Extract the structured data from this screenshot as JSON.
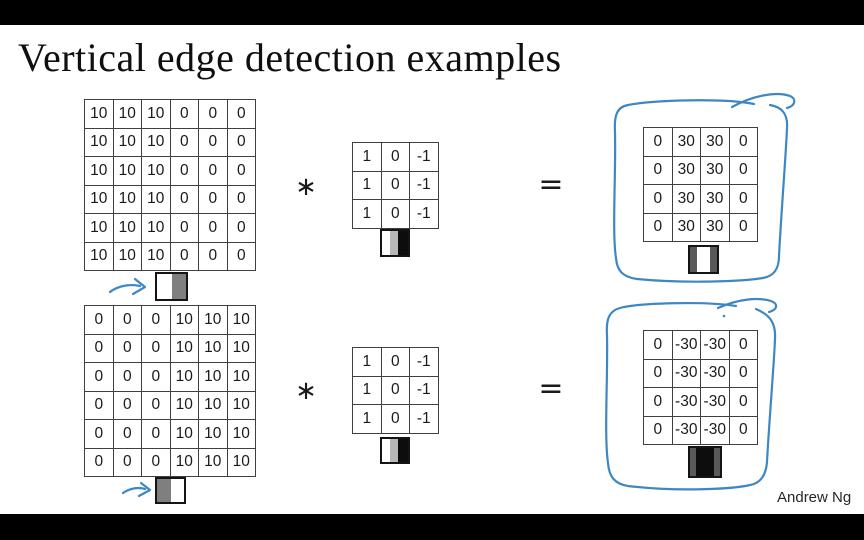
{
  "slide": {
    "title": "Vertical edge detection examples",
    "credit": "Andrew Ng"
  },
  "colors": {
    "blue": "#3d87c5",
    "grid-line": "#3f3f3f",
    "patch-border": "#141414",
    "white": "#ffffff",
    "light-gray": "#b8b8b8",
    "mid-gray": "#7f7f7f",
    "dark-gray": "#595959",
    "black": "#0d0d0d"
  },
  "top_example": {
    "operator": "∗",
    "equals": "=",
    "input_matrix": [
      [
        10,
        10,
        10,
        0,
        0,
        0
      ],
      [
        10,
        10,
        10,
        0,
        0,
        0
      ],
      [
        10,
        10,
        10,
        0,
        0,
        0
      ],
      [
        10,
        10,
        10,
        0,
        0,
        0
      ],
      [
        10,
        10,
        10,
        0,
        0,
        0
      ],
      [
        10,
        10,
        10,
        0,
        0,
        0
      ]
    ],
    "filter_matrix": [
      [
        1,
        0,
        -1
      ],
      [
        1,
        0,
        -1
      ],
      [
        1,
        0,
        -1
      ]
    ],
    "output_matrix": [
      [
        0,
        30,
        30,
        0
      ],
      [
        0,
        30,
        30,
        0
      ],
      [
        0,
        30,
        30,
        0
      ],
      [
        0,
        30,
        30,
        0
      ]
    ],
    "input_edge_patch": [
      {
        "c": "white",
        "w": 1
      },
      {
        "c": "mid-gray",
        "w": 1
      }
    ],
    "filter_patch": [
      {
        "c": "white",
        "w": 1
      },
      {
        "c": "light-gray",
        "w": 1
      },
      {
        "c": "black",
        "w": 1.2
      }
    ],
    "output_edge_patch": [
      {
        "c": "dark-gray",
        "w": 1
      },
      {
        "c": "white",
        "w": 1.8
      },
      {
        "c": "dark-gray",
        "w": 1
      }
    ]
  },
  "bottom_example": {
    "operator": "∗",
    "equals": "=",
    "input_matrix": [
      [
        0,
        0,
        0,
        10,
        10,
        10
      ],
      [
        0,
        0,
        0,
        10,
        10,
        10
      ],
      [
        0,
        0,
        0,
        10,
        10,
        10
      ],
      [
        0,
        0,
        0,
        10,
        10,
        10
      ],
      [
        0,
        0,
        0,
        10,
        10,
        10
      ],
      [
        0,
        0,
        0,
        10,
        10,
        10
      ]
    ],
    "filter_matrix": [
      [
        1,
        0,
        -1
      ],
      [
        1,
        0,
        -1
      ],
      [
        1,
        0,
        -1
      ]
    ],
    "output_matrix": [
      [
        0,
        -30,
        -30,
        0
      ],
      [
        0,
        -30,
        -30,
        0
      ],
      [
        0,
        -30,
        -30,
        0
      ],
      [
        0,
        -30,
        -30,
        0
      ]
    ],
    "input_edge_patch": [
      {
        "c": "mid-gray",
        "w": 1
      },
      {
        "c": "white",
        "w": 1
      }
    ],
    "filter_patch": [
      {
        "c": "white",
        "w": 1
      },
      {
        "c": "light-gray",
        "w": 1
      },
      {
        "c": "black",
        "w": 1.2
      }
    ],
    "output_edge_patch": [
      {
        "c": "dark-gray",
        "w": 1
      },
      {
        "c": "black",
        "w": 2.8
      },
      {
        "c": "dark-gray",
        "w": 1
      }
    ]
  }
}
